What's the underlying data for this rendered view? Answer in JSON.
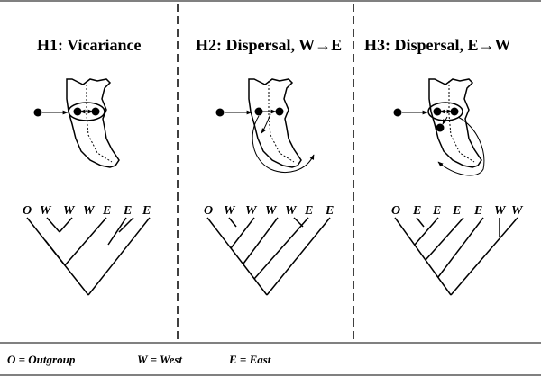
{
  "panels": [
    {
      "title": "H1: Vicariance",
      "tips": [
        "O",
        "W",
        "W",
        "W",
        "E",
        "E",
        "E"
      ]
    },
    {
      "title": "H2: Dispersal, W→E",
      "tips": [
        "O",
        "W",
        "W",
        "W",
        "W",
        "E",
        "E"
      ]
    },
    {
      "title": "H3: Dispersal, E→W",
      "tips": [
        "O",
        "E",
        "E",
        "E",
        "E",
        "W",
        "W"
      ]
    }
  ],
  "legend": {
    "outgroup": "O = Outgroup",
    "west": "W = West",
    "east": "E = East"
  }
}
